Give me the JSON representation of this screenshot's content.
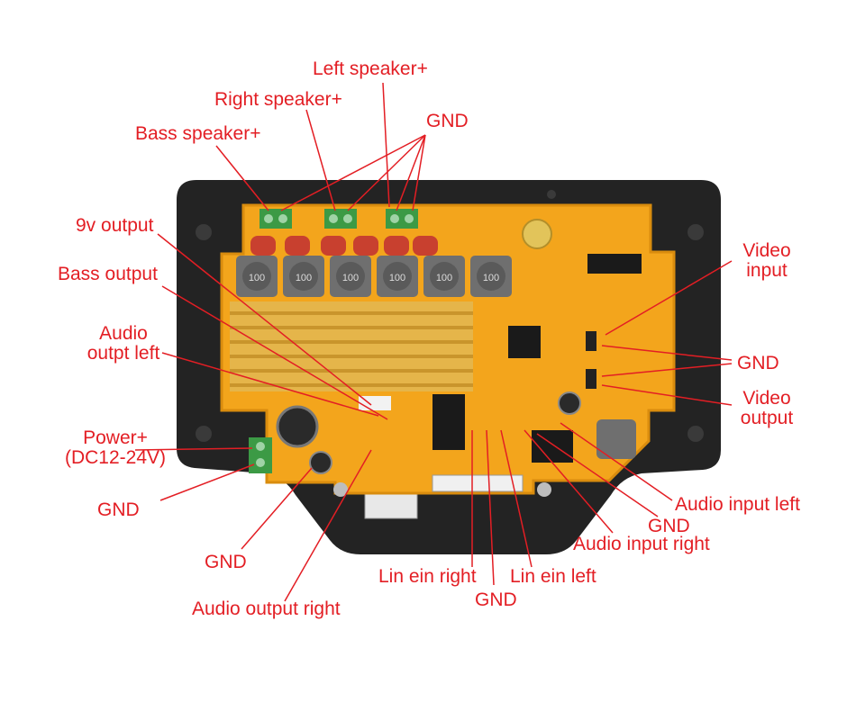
{
  "colors": {
    "label": "#e31e24",
    "leader": "#e31e24",
    "housing": "#232323",
    "board": "#f3a51c",
    "board_edge": "#d98c0e",
    "heatsink": "#e5b54a",
    "inductor": "#6f6f6f",
    "capacitor_red": "#c8402f",
    "terminal_green": "#3c9a45",
    "chip": "#1a1a1a"
  },
  "components": {
    "inductor_marking": "100"
  },
  "labels": {
    "left_speaker": "Left speaker+",
    "right_speaker": "Right speaker+",
    "bass_speaker": "Bass speaker+",
    "gnd_top": "GND",
    "output_9v": "9v output",
    "bass_output": "Bass output",
    "audio_output_left": "Audio\noutpt left",
    "power": "Power+\n(DC12-24V)",
    "gnd_left_1": "GND",
    "gnd_left_2": "GND",
    "audio_output_right": "Audio output right",
    "lin_ein_right": "Lin ein right",
    "gnd_bottom": "GND",
    "lin_ein_left": "Lin ein left",
    "audio_input_right": "Audio input right",
    "gnd_right_bottom": "GND",
    "audio_input_left": "Audio input left",
    "video_input": "Video\ninput",
    "gnd_right": "GND",
    "video_output": "Video\noutput"
  }
}
